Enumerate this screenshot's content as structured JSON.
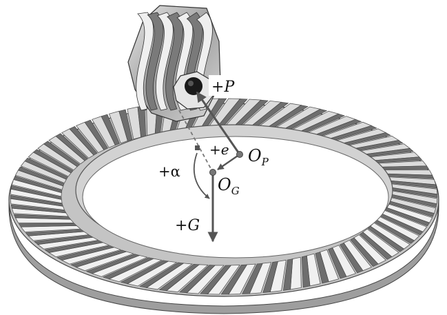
{
  "labels": {
    "p_plus": "+",
    "p_sym": "P",
    "e_plus": "+",
    "e_sym": "e",
    "op_main": "O",
    "op_sub": "P",
    "og_main": "O",
    "og_sub": "G",
    "alpha": "+α",
    "g_plus": "+",
    "g_sym": "G"
  },
  "gear": {
    "ring_teeth": 64,
    "pinion_teeth": 7
  },
  "colors": {
    "ring_face": "#d8d8d8",
    "ring_inner": "#bdbdbd",
    "tooth_dark": "#6e6e6e",
    "tooth_light": "#f0f0f0",
    "arrow": "#555555",
    "pinion": "#c8c8c8",
    "pinion_hub": "#1a1a1a"
  }
}
